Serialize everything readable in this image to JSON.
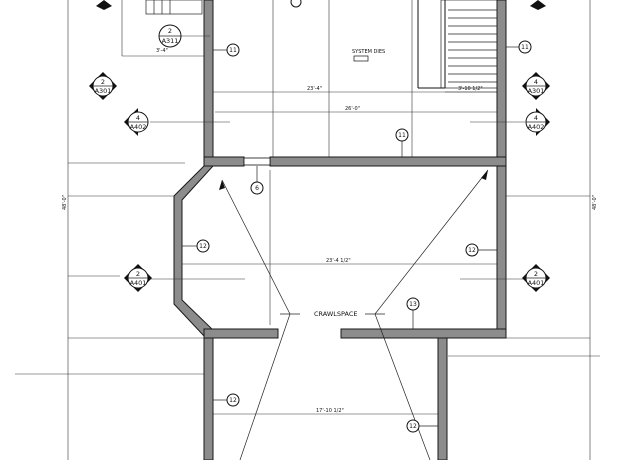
{
  "room_label": "CRAWLSPACE",
  "wall_tags": [
    "11",
    "11",
    "11",
    "6",
    "12",
    "12",
    "13",
    "12",
    "12"
  ],
  "section_markers": [
    {
      "num": "2",
      "sheet": "A311"
    },
    {
      "num": "2",
      "sheet": "A301"
    },
    {
      "num": "4",
      "sheet": "A402"
    },
    {
      "num": "4",
      "sheet": "A301"
    },
    {
      "num": "4",
      "sheet": "A402"
    },
    {
      "num": "2",
      "sheet": "A401"
    },
    {
      "num": "2",
      "sheet": "A401"
    }
  ],
  "dimensions": {
    "top_span": "23'-4\"",
    "upper_span": "26'-0\"",
    "mid_span": "23'-4 1/2\"",
    "lower_span": "17'-10 1/2\"",
    "left_overall": "48'-0\"",
    "right_overall": "48'-0\"",
    "stair_width": "3'-10 1/2\"",
    "small_dim": "3'-4\""
  },
  "equipment_label": "SYSTEM DIES"
}
